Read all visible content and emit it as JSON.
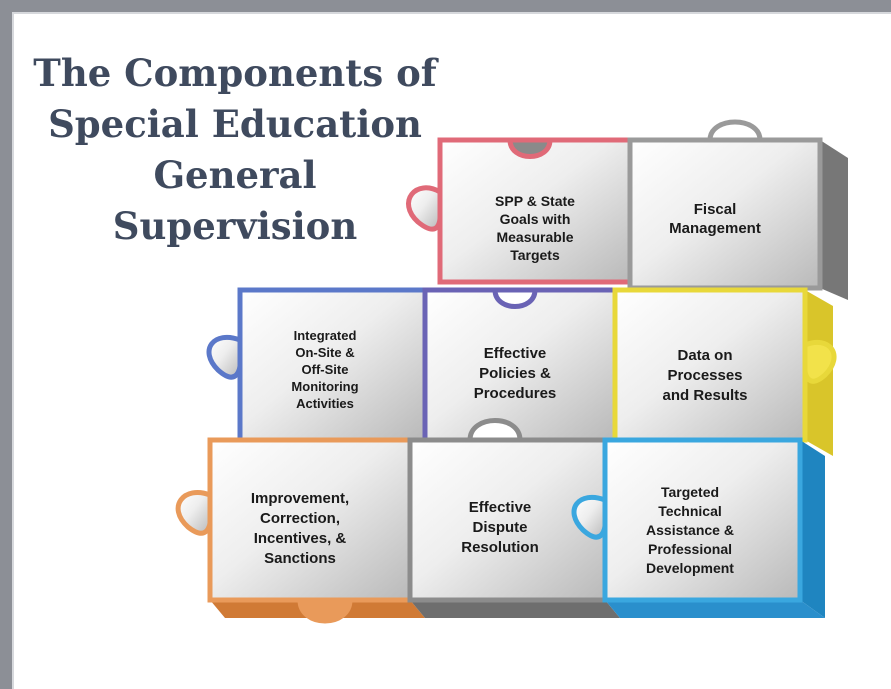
{
  "slide": {
    "title": "The Components of\nSpecial Education\nGeneral\nSupervision"
  },
  "pieces": [
    {
      "id": "spp",
      "lines": [
        "SPP & State",
        "Goals with",
        "Measurable",
        "Targets"
      ],
      "border_color": "#e06a78"
    },
    {
      "id": "fiscal",
      "lines": [
        "Fiscal",
        "Management"
      ],
      "border_color": "#9a9a9a"
    },
    {
      "id": "monitoring",
      "lines": [
        "Integrated",
        "On-Site &",
        "Off-Site",
        "Monitoring",
        "Activities"
      ],
      "border_color": "#5b78c9"
    },
    {
      "id": "policies",
      "lines": [
        "Effective",
        "Policies &",
        "Procedures"
      ],
      "border_color": "#6a63b5"
    },
    {
      "id": "data",
      "lines": [
        "Data on",
        "Processes",
        "and Results"
      ],
      "border_color": "#e8d83a"
    },
    {
      "id": "improvement",
      "lines": [
        "Improvement,",
        "Correction,",
        "Incentives, &",
        "Sanctions"
      ],
      "border_color": "#e99a5a"
    },
    {
      "id": "dispute",
      "lines": [
        "Effective",
        "Dispute",
        "Resolution"
      ],
      "border_color": "#8c8c8c"
    },
    {
      "id": "technical",
      "lines": [
        "Targeted",
        "Technical",
        "Assistance &",
        "Professional",
        "Development"
      ],
      "border_color": "#3aa7df"
    }
  ]
}
